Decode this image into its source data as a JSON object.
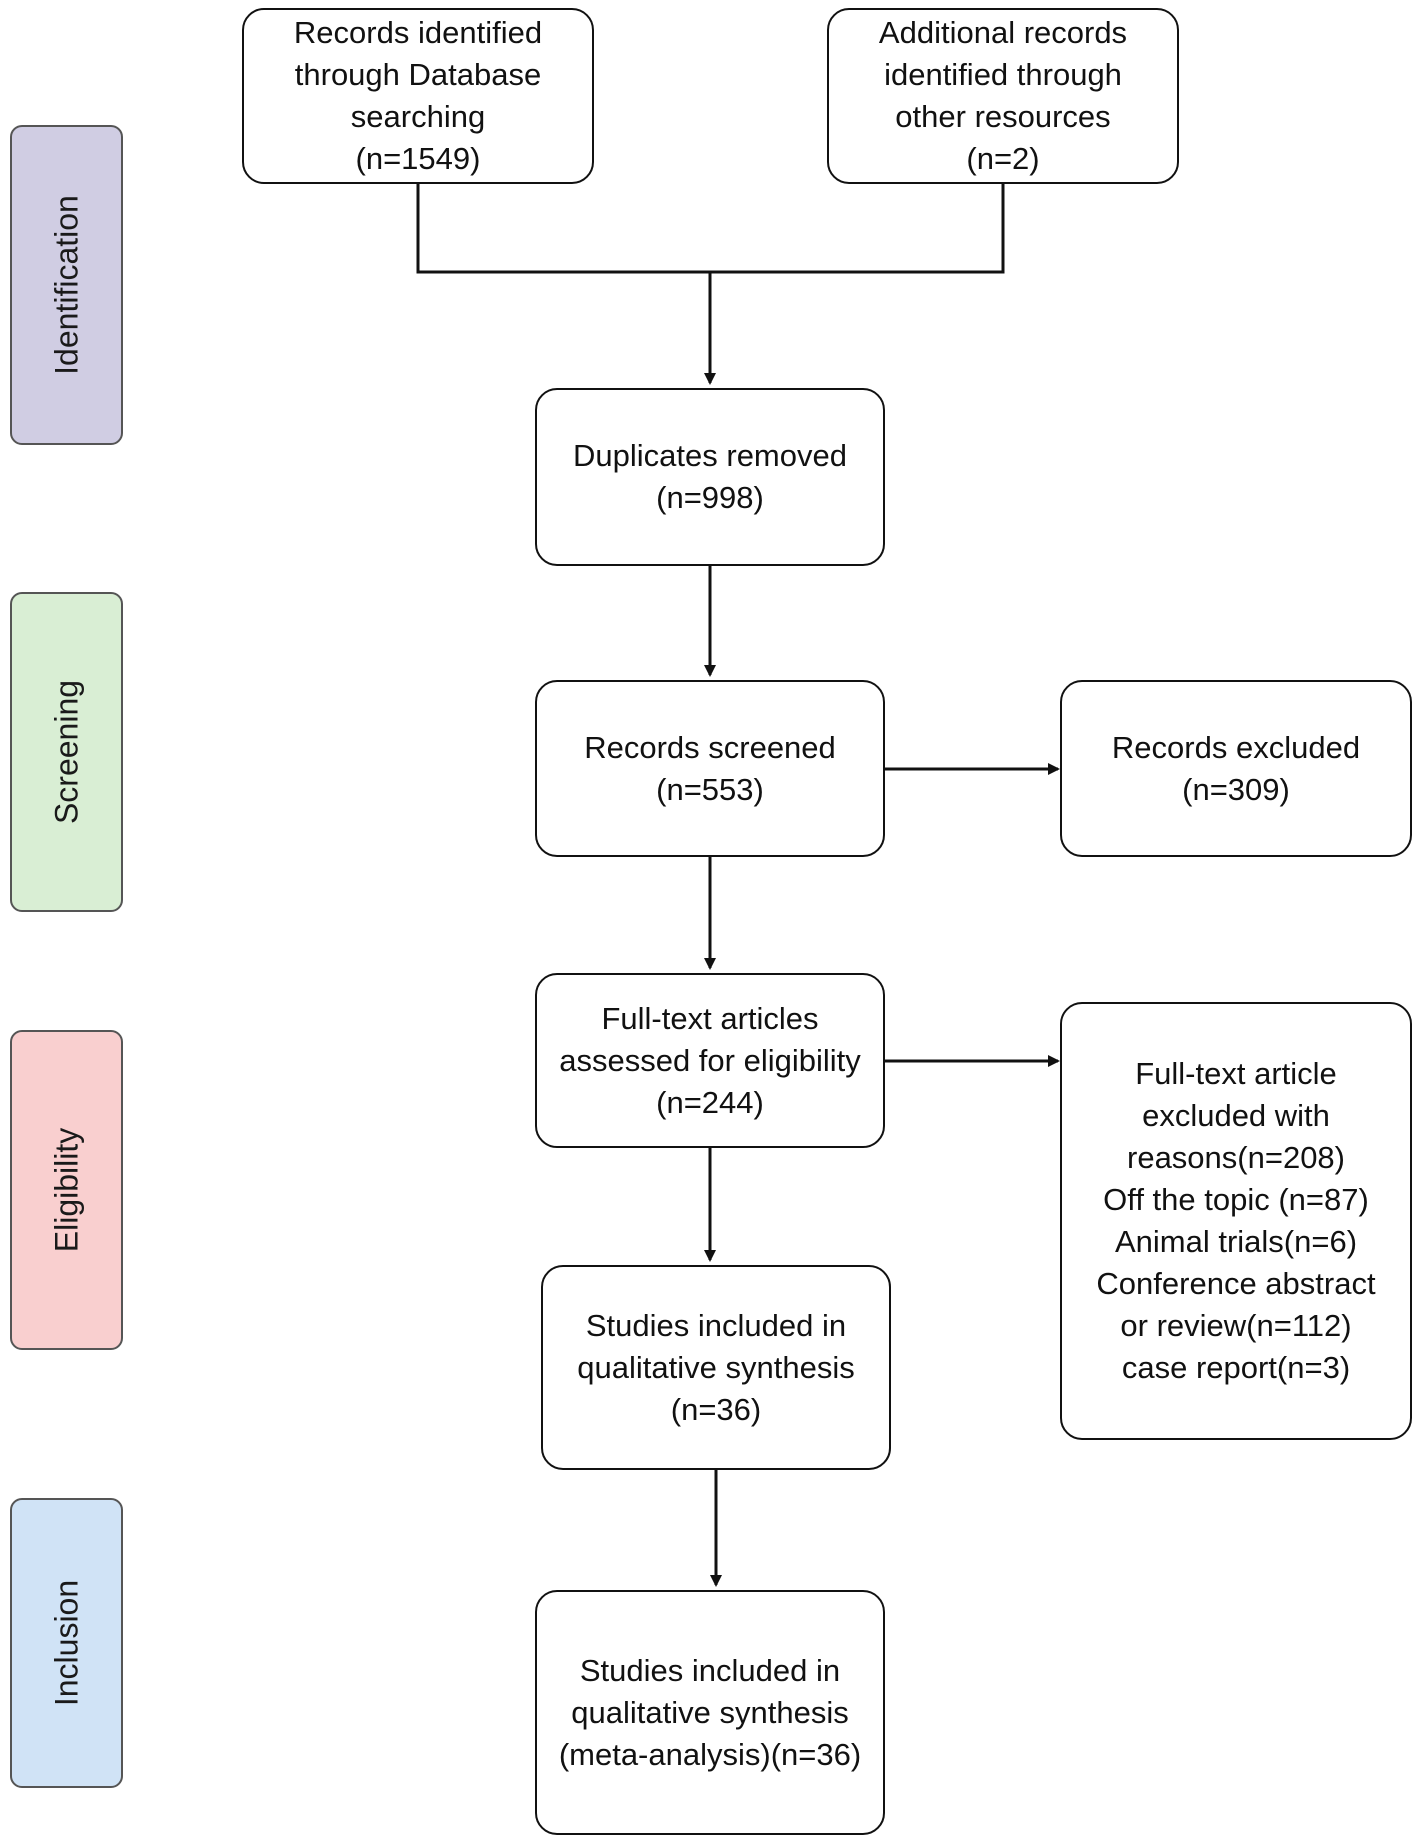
{
  "phases": {
    "identification": "Identification",
    "screening": "Screening",
    "eligibility": "Eligibility",
    "inclusion": "Inclusion"
  },
  "boxes": {
    "database_records": [
      "Records identified",
      "through Database",
      "searching",
      "(n=1549)"
    ],
    "additional_records": [
      "Additional records",
      "identified through",
      "other resources",
      "(n=2)"
    ],
    "duplicates_removed": [
      "Duplicates removed",
      "(n=998)"
    ],
    "records_screened": [
      "Records screened",
      "(n=553)"
    ],
    "records_excluded": [
      "Records excluded",
      "(n=309)"
    ],
    "fulltext_assessed": [
      "Full-text articles",
      "assessed for eligibility",
      "(n=244)"
    ],
    "fulltext_excluded": [
      "Full-text article",
      "excluded with",
      "reasons(n=208)",
      "Off the topic (n=87)",
      "Animal trials(n=6)",
      "Conference abstract",
      "or review(n=112)",
      "case report(n=3)"
    ],
    "qualitative_synthesis": [
      "Studies included in",
      "qualitative synthesis",
      "(n=36)"
    ],
    "meta_analysis": [
      "Studies included in",
      "qualitative synthesis",
      "(meta-analysis)(n=36)"
    ]
  },
  "colors": {
    "identification_fill": "#d0cde3",
    "screening_fill": "#d9eed4",
    "eligibility_fill": "#f9cfcf",
    "inclusion_fill": "#d0e3f6",
    "line": "#111111"
  }
}
